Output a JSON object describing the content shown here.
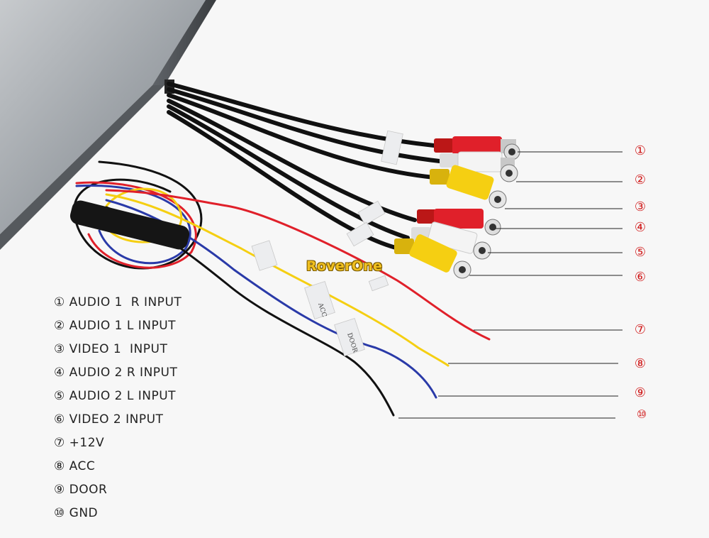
{
  "brand": "RoverOne",
  "callout_numbers": [
    "①",
    "②",
    "③",
    "④",
    "⑤",
    "⑥",
    "⑦",
    "⑧",
    "⑨",
    "⑩"
  ],
  "legend": [
    {
      "num": "①",
      "label": "AUDIO 1  R INPUT"
    },
    {
      "num": "②",
      "label": "AUDIO 1 L INPUT"
    },
    {
      "num": "③",
      "label": "VIDEO 1  INPUT"
    },
    {
      "num": "④",
      "label": "AUDIO 2 R INPUT"
    },
    {
      "num": "⑤",
      "label": "AUDIO 2 L INPUT"
    },
    {
      "num": "⑥",
      "label": "VIDEO 2 INPUT"
    },
    {
      "num": "⑦",
      "label": "+12V"
    },
    {
      "num": "⑧",
      "label": "ACC"
    },
    {
      "num": "⑨",
      "label": "DOOR"
    },
    {
      "num": "⑩",
      "label": "GND"
    }
  ],
  "wire_tags": [
    "ACC",
    "DOOR"
  ],
  "colors": {
    "red": "#e0202a",
    "white": "#f4f4f4",
    "yellow": "#f5cf12",
    "blue": "#2a3aa8",
    "black": "#111111",
    "callout": "#d01818",
    "panel": "#9ea3a9"
  }
}
